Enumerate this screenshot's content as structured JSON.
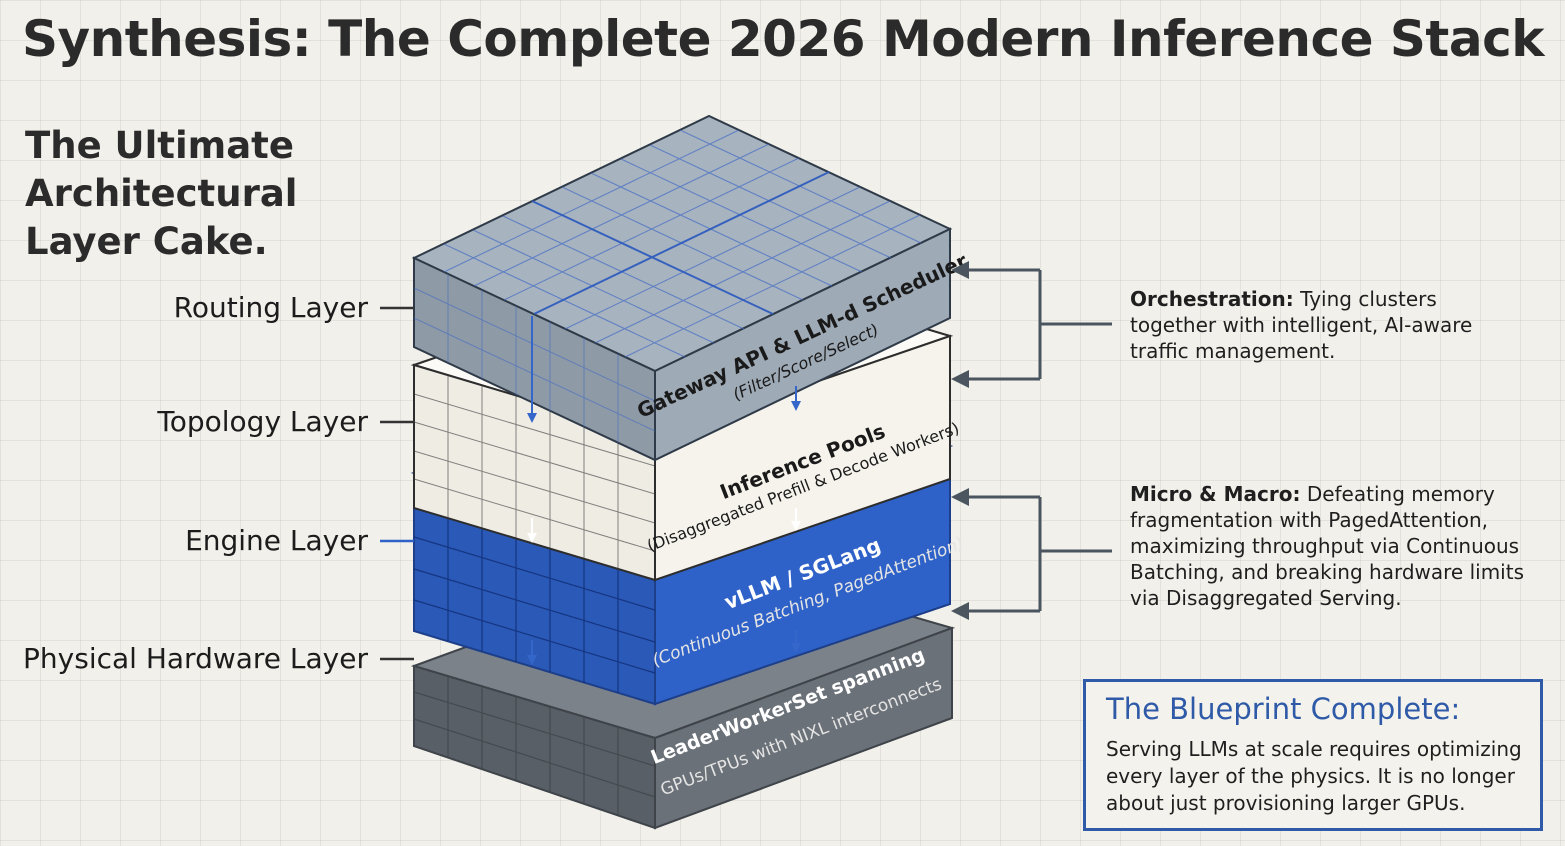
{
  "title": "Synthesis: The Complete 2026 Modern Inference Stack",
  "subtitle": "The Ultimate Architectural Layer Cake.",
  "layers": [
    {
      "label": "Routing Layer",
      "face_title": "Gateway API & LLM-d Scheduler",
      "face_subtitle": "(Filter/Score/Select)",
      "color": "#9eaab6"
    },
    {
      "label": "Topology Layer",
      "face_title": "Inference Pools",
      "face_subtitle": "(Disaggregated Prefill & Decode Workers)",
      "color": "#f6f3ec"
    },
    {
      "label": "Engine Layer",
      "face_title": "vLLM / SGLang",
      "face_subtitle": "(Continuous Batching, PagedAttention)",
      "color": "#2f62c8"
    },
    {
      "label": "Physical Hardware Layer",
      "face_title": "LeaderWorkerSet spanning",
      "face_subtitle": "GPUs/TPUs with NIXL interconnects",
      "color": "#6b7178"
    }
  ],
  "notes": {
    "orchestration": {
      "heading": "Orchestration:",
      "text": "Tying clusters together with intelligent, AI-aware traffic management."
    },
    "micro_macro": {
      "heading": "Micro & Macro:",
      "text": "Defeating memory fragmentation with PagedAttention, maximizing throughput via Continuous Batching, and breaking hardware limits via Disaggregated Serving."
    }
  },
  "blueprint": {
    "title": "The Blueprint Complete:",
    "text": "Serving LLMs at scale requires optimizing every layer of the physics. It is no longer about just provisioning larger GPUs."
  },
  "colors": {
    "background": "#f1f0ea",
    "accent_blue": "#2f62c8",
    "connector": "#4b5560"
  }
}
